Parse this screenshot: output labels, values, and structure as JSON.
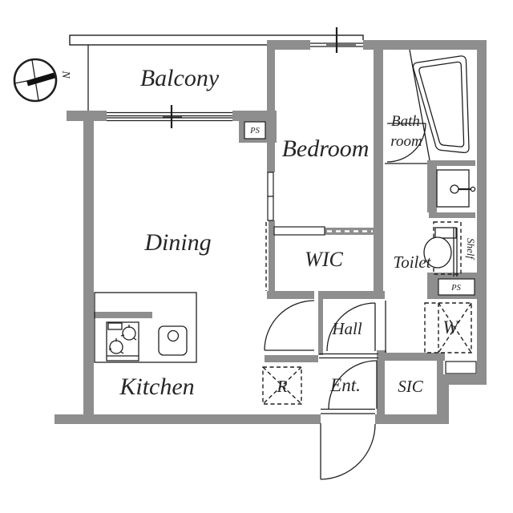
{
  "title": "1LDK apartment floor plan",
  "colors": {
    "wall": "#8e8e8e",
    "line": "#1f1f1f",
    "text": "#262626",
    "background": "#ffffff"
  },
  "compass": {
    "label": "N"
  },
  "rooms": {
    "balcony": "Balcony",
    "bedroom": "Bedroom",
    "bathroom_line1": "Bath",
    "bathroom_line2": "room",
    "dining": "Dining",
    "wic": "WIC",
    "toilet": "Toilet",
    "shelf": "Shelf",
    "hall": "Hall",
    "entrance": "Ent.",
    "sic": "SIC",
    "kitchen": "Kitchen",
    "refrigerator": "R",
    "washer": "W",
    "ps_top": "PS",
    "ps_right": "PS"
  }
}
